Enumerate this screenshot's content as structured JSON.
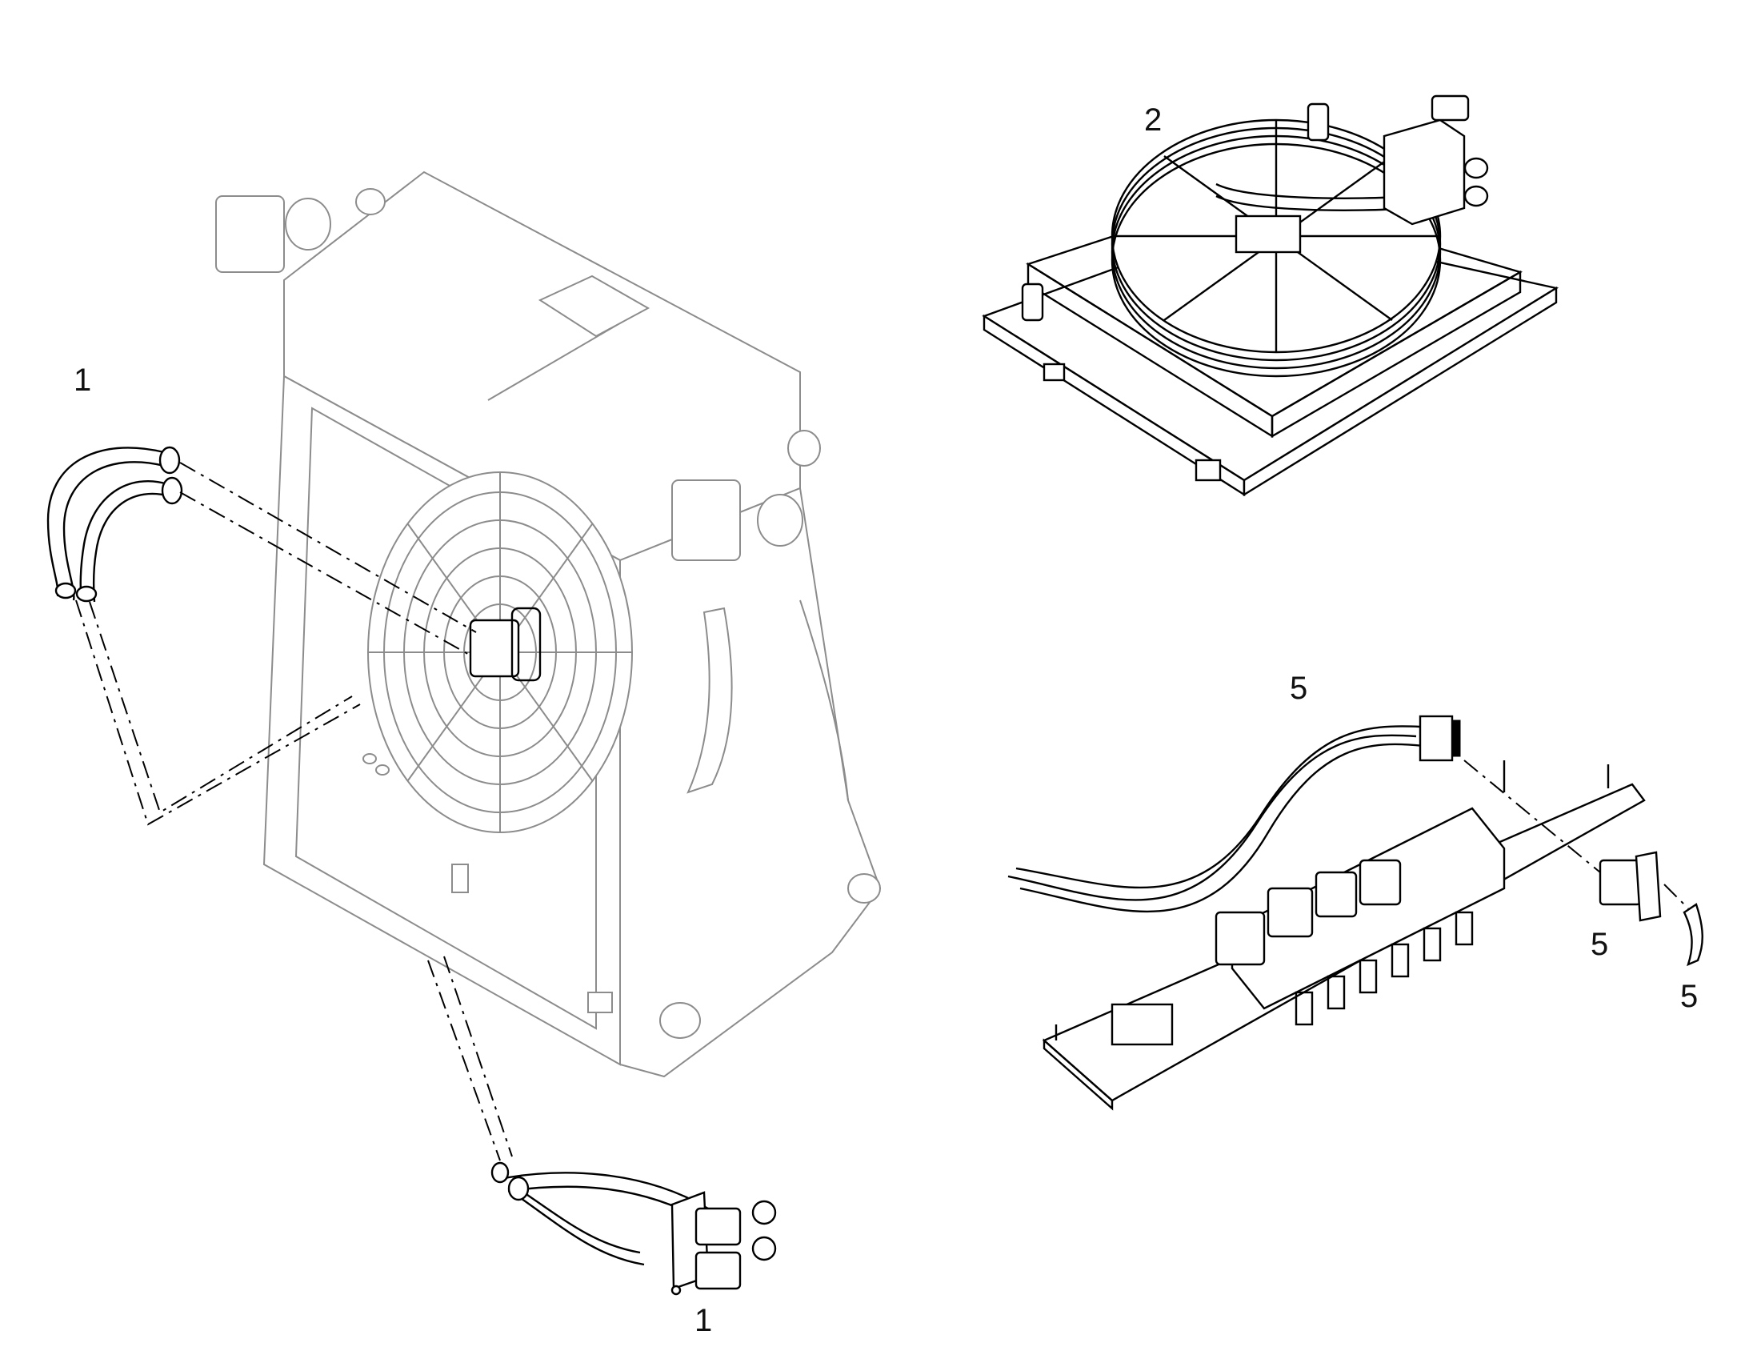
{
  "callouts": {
    "c1_hoses_top": "1",
    "c2_radiator": "2",
    "c5_harness": "5",
    "c5_switch": "5",
    "c5_cover": "5",
    "c1_valve": "1"
  },
  "colors": {
    "line": "#000000",
    "ghost": "#8c8c8c",
    "background": "#ffffff"
  }
}
